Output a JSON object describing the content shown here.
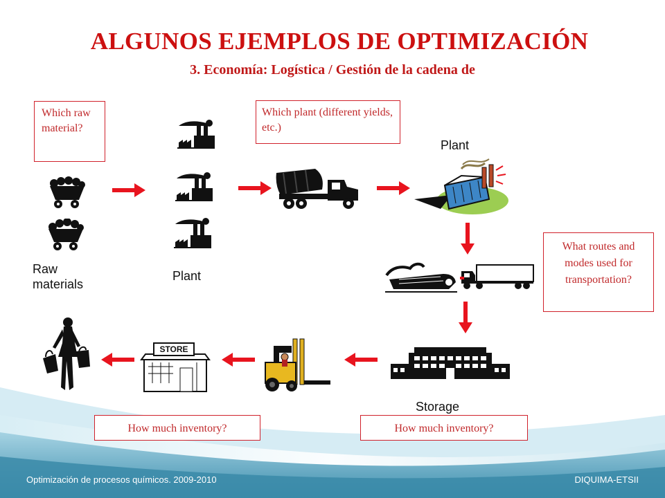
{
  "slide": {
    "title": "ALGUNOS EJEMPLOS DE OPTIMIZACIÓN",
    "subtitle": "3. Economía: Logística / Gestión de la cadena de"
  },
  "questions": {
    "raw_material": "Which raw material?",
    "plant": "Which plant (different yields, etc.)",
    "routes": "What routes and modes used for transportation?",
    "inventory_store": "How much inventory?",
    "inventory_storage": "How much inventory?"
  },
  "labels": {
    "raw_materials": "Raw materials",
    "plant_small": "Plant",
    "plant_large": "Plant",
    "storage": "Storage"
  },
  "footer": {
    "left": "Optimización de procesos químicos. 2009-2010",
    "right": "DIQUIMA-ETSII"
  },
  "icons": {
    "store_sign": "STORE"
  },
  "colors": {
    "title": "#cc1010",
    "arrow": "#e8141e",
    "box_border": "#d0202a",
    "background_wave": "#5aa3bf"
  }
}
